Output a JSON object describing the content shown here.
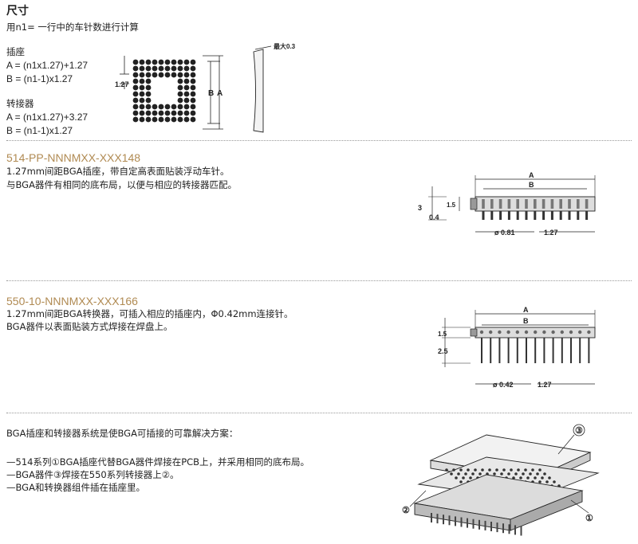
{
  "header": {
    "title": "尺寸",
    "subtitle": "用n1= 一行中的车针数进行计算"
  },
  "socket": {
    "label": "插座",
    "formula_a": "A = (n1x1.27)+1.27",
    "formula_b": "B = (n1-1)x1.27"
  },
  "adapter": {
    "label": "转接器",
    "formula_a": "A = (n1x1.27)+3.27",
    "formula_b": "B = (n1-1)x1.27"
  },
  "top_drawing": {
    "dim_pitch": "1.27",
    "dim_b": "B",
    "dim_a": "A",
    "max_note": "最大0.3"
  },
  "product1": {
    "code": "514-PP-NNNMXX-XXX",
    "code_suffix": "148",
    "desc1": "1.27mm间距BGA插座，带自定高表面贴装浮动车针。",
    "desc2": "与BGA器件有相同的底布局，以便与相应的转接器匹配。",
    "dims": {
      "a": "A",
      "b": "B",
      "h3": "3",
      "h15": "1.5",
      "h04": "0.4",
      "dia": "ø 0.81",
      "pitch": "1.27"
    }
  },
  "product2": {
    "code": "550-10-NNNMXX-XXX",
    "code_suffix": "166",
    "desc1": "1.27mm间距BGA转换器，可插入相应的插座内，Φ0.42mm连接针。",
    "desc2": "BGA器件以表面贴装方式焊接在焊盘上。",
    "dims": {
      "a": "A",
      "b": "B",
      "h15": "1.5",
      "h25": "2.5",
      "dia": "ø 0.42",
      "pitch": "1.27"
    }
  },
  "system": {
    "intro": "BGA插座和转接器系统是使BGA可插接的可靠解决方案：",
    "item1": "—514系列①BGA插座代替BGA器件焊接在PCB上，并采用相同的底布局。",
    "item2": "—BGA器件③焊接在550系列转接器上②。",
    "item3": "—BGA和转换器组件插在插座里。",
    "callout1": "①",
    "callout2": "②",
    "callout3": "③"
  }
}
